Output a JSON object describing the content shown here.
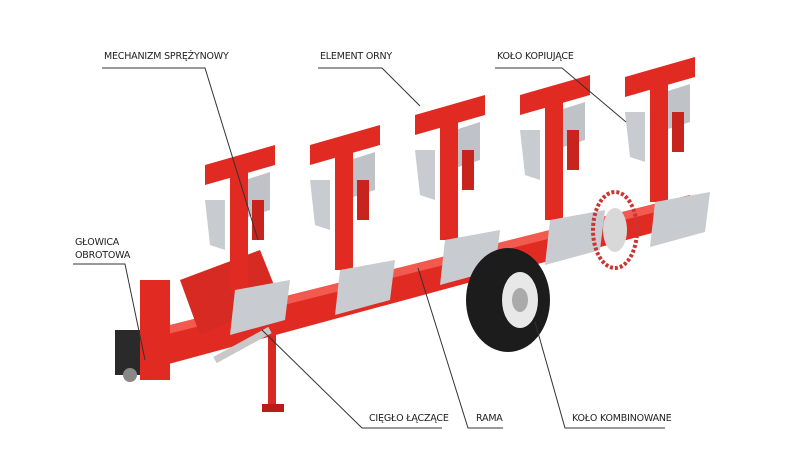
{
  "labels": {
    "spring_mechanism": "MECHANIZM SPRĘŻYNOWY",
    "plough_body": "ELEMENT ORNY",
    "depth_wheel": "KOŁO KOPIUJĄCE",
    "rotary_head_line1": "GŁOWICA",
    "rotary_head_line2": "OBROTOWA",
    "connecting_rod": "CIĘGŁO ŁĄCZĄCE",
    "frame": "RAMA",
    "combined_wheel": "KOŁO KOMBINOWANE"
  },
  "colors": {
    "machine_red": "#e02a22",
    "machine_dark_red": "#b81c16",
    "steel": "#b9bcc0",
    "tyre": "#1c1c1c",
    "leader_line": "#333333"
  }
}
